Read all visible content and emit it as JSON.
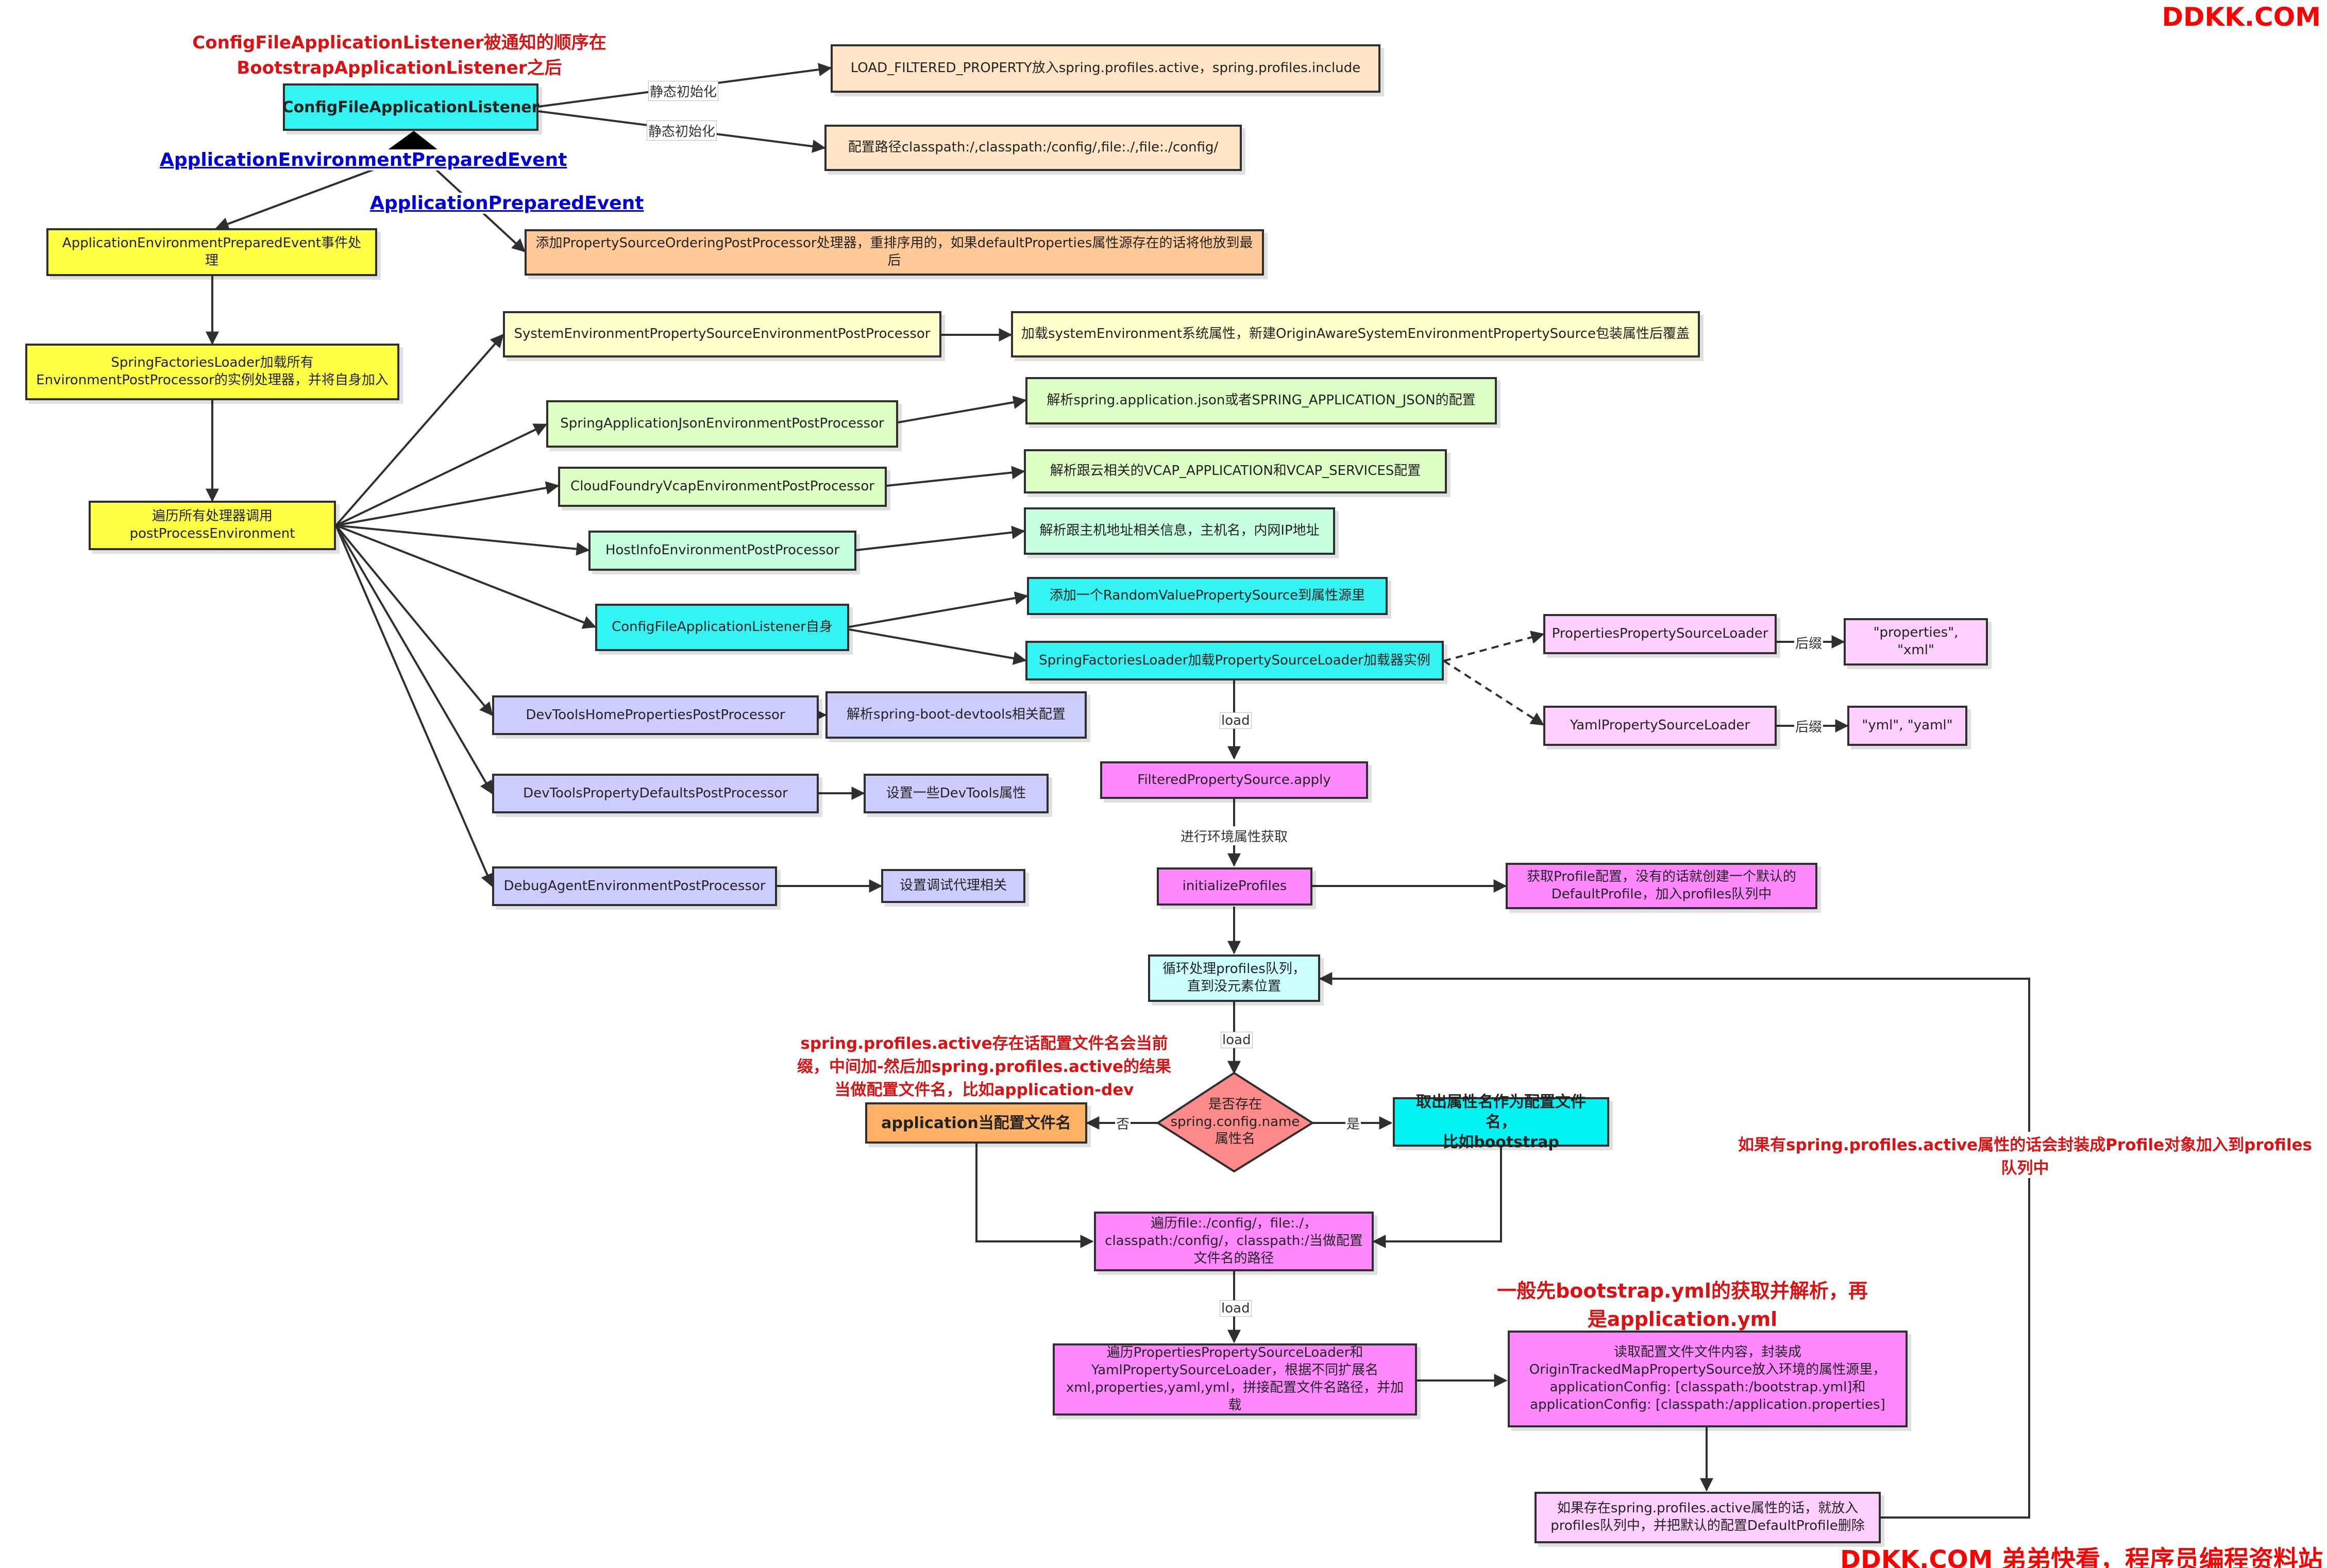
{
  "colors": {
    "cyan": "#33f3f3",
    "yellow": "#ffff44",
    "peach": "#ffe4c6",
    "peach_dark": "#ffca98",
    "light_yellow": "#ffffcc",
    "light_green": "#ddffc6",
    "mint": "#c6ffe0",
    "lavender": "#ccccff",
    "pink": "#ff88ff",
    "light_pink": "#ffcfff",
    "orange": "#ffb266",
    "magenta_diamond": "#ff8a8a",
    "event_blue": "#0000dd",
    "note_red": "#dd1111",
    "line": "#2f2f2f"
  },
  "nodes": {
    "cfal": "ConfigFileApplicationListener",
    "load_filtered": "LOAD_FILTERED_PROPERTY放入spring.profiles.active，spring.profiles.include",
    "config_paths": "配置路径classpath:/,classpath:/config/,file:./,file:./config/",
    "event_handling": "ApplicationEnvironmentPreparedEvent事件处理",
    "add_ordering": "添加PropertySourceOrderingPostProcessor处理器，重排序用的，如果defaultProperties属性源存在的话将他放到最后",
    "factories_loader": "SpringFactoriesLoader加载所有\nEnvironmentPostProcessor的实例处理器，并将自身加入",
    "iterate_processors": "遍历所有处理器调用\npostProcessEnvironment",
    "system_env_pp": "SystemEnvironmentPropertySourceEnvironmentPostProcessor",
    "system_env_desc": "加载systemEnvironment系统属性，新建OriginAwareSystemEnvironmentPropertySource包装属性后覆盖",
    "spring_json_pp": "SpringApplicationJsonEnvironmentPostProcessor",
    "spring_json_desc": "解析spring.application.json或者SPRING_APPLICATION_JSON的配置",
    "cloudfoundry_pp": "CloudFoundryVcapEnvironmentPostProcessor",
    "cloudfoundry_desc": "解析跟云相关的VCAP_APPLICATION和VCAP_SERVICES配置",
    "hostinfo_pp": "HostInfoEnvironmentPostProcessor",
    "hostinfo_desc": "解析跟主机地址相关信息，主机名，内网IP地址",
    "cfal_self": "ConfigFileApplicationListener自身",
    "random_value": "添加一个RandomValuePropertySource到属性源里",
    "psl_loader": "SpringFactoriesLoader加载PropertySourceLoader加载器实例",
    "properties_loader": "PropertiesPropertySourceLoader",
    "properties_ext": "\"properties\", \"xml\"",
    "yaml_loader": "YamlPropertySourceLoader",
    "yaml_ext": "\"yml\", \"yaml\"",
    "devtools_home_pp": "DevToolsHomePropertiesPostProcessor",
    "devtools_home_desc": "解析spring-boot-devtools相关配置",
    "devtools_defaults_pp": "DevToolsPropertyDefaultsPostProcessor",
    "devtools_defaults_desc": "设置一些DevTools属性",
    "debug_agent_pp": "DebugAgentEnvironmentPostProcessor",
    "debug_agent_desc": "设置调试代理相关",
    "filtered_apply": "FilteredPropertySource.apply",
    "initialize_profiles": "initializeProfiles",
    "profile_desc": "获取Profile配置，没有的话就创建一个默认的\nDefaultProfile，加入profiles队列中",
    "loop_profiles": "循环处理profiles队列，\n直到没元素位置",
    "decision": "是否存在\nspring.config.name\n属性名",
    "app_name": "application当配置文件名",
    "take_name": "取出属性名作为配置文件名，\n比如bootstrap",
    "iterate_paths": "遍历file:./config/，file:./，\nclasspath:/config/，classpath:/当做配置\n文件名的路径",
    "iterate_loaders": "遍历PropertiesPropertySourceLoader和\nYamlPropertySourceLoader，根据不同扩展名\nxml,properties,yaml,yml，拼接配置文件名路径，并加载",
    "read_content": "读取配置文件文件内容，封装成\nOriginTrackedMapPropertySource放入环境的属性源里，\napplicationConfig: [classpath:/bootstrap.yml]和\napplicationConfig: [classpath:/application.properties]",
    "active_check": "如果存在spring.profiles.active属性的话，就放入\nprofiles队列中，并把默认的配置DefaultProfile删除"
  },
  "edge_labels": {
    "static_init_1": "静态初始化",
    "static_init_2": "静态初始化",
    "suffix_1": "后缀",
    "suffix_2": "后缀",
    "load_1": "load",
    "env_fetch": "进行环境属性获取",
    "load_2": "load",
    "no": "否",
    "yes": "是",
    "load_3": "load"
  },
  "events": {
    "env_prepared": "ApplicationEnvironmentPreparedEvent",
    "prepared": "ApplicationPreparedEvent"
  },
  "notes": {
    "order": "ConfigFileApplicationListener被通知的顺序在\nBootstrapApplicationListener之后",
    "active_naming": "spring.profiles.active存在话配置文件名会当前\n缀，中间加-然后加spring.profiles.active的结果\n当做配置文件名，比如application-dev",
    "bootstrap_first": "一般先bootstrap.yml的获取并解析，再\n是application.yml",
    "loop_back": "如果有spring.profiles.active属性的话会封装成Profile对象加入到profiles队列中"
  },
  "watermark": {
    "top": "DDKK.COM",
    "bottom": "DDKK.COM 弟弟快看，程序员编程资料站"
  }
}
